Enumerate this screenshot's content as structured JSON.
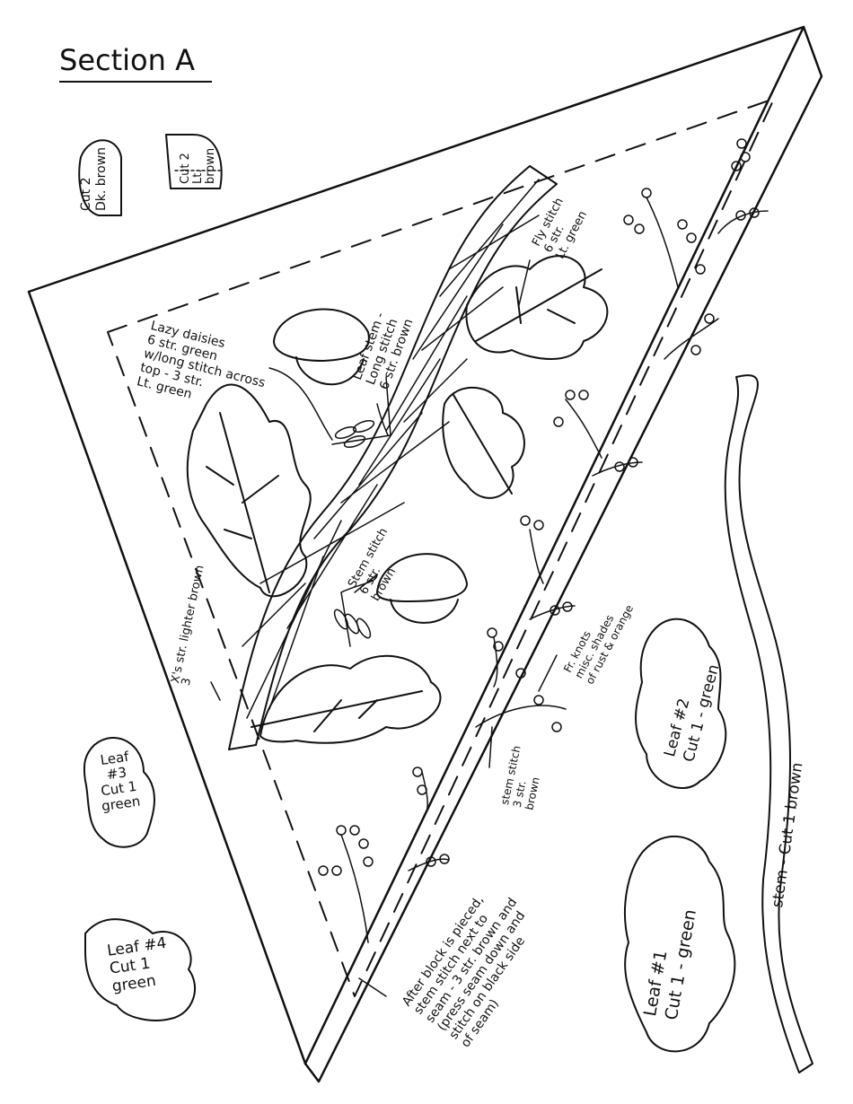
{
  "title": "Section A",
  "colors": {
    "ink": "#111111",
    "paper": "#ffffff"
  },
  "pieces": [
    {
      "name": "acorn-cap-dark",
      "label": "Cut 2\nDk. brown"
    },
    {
      "name": "acorn-cap-light",
      "label": "Cut 2\nLt.\nbrown"
    },
    {
      "name": "leaf-1",
      "label": "Leaf #1\nCut 1 - green"
    },
    {
      "name": "leaf-2",
      "label": "Leaf #2\nCut 1 - green"
    },
    {
      "name": "leaf-3",
      "label": "Leaf\n#3\nCut 1\ngreen"
    },
    {
      "name": "leaf-4",
      "label": "Leaf #4\nCut 1\ngreen"
    },
    {
      "name": "stem",
      "label": "stem - Cut 1 brown"
    }
  ],
  "notes": {
    "lazy_daisies": "Lazy daisies\n6 str. green\nw/long stitch across\ntop - 3 str.\nLt. green",
    "leaf_stem": "Leaf stem -\nLong stitch\n6 str. brown",
    "fly_stitch": "Fly stitch\n6 str.\nLt. green",
    "xs": "X's str. lighter brown\n3",
    "stem_stitch_6": "Stem stitch\n6 str.\nbrown",
    "french_knots": "Fr. knots\nmisc. shades\nof rust & orange",
    "stem_stitch_3": "stem stitch\n3 str.\nbrown",
    "after_block": "After block is pieced,\nstem stitch next to\nseam - 3 str. brown and\n(press seam down and\nstitch on black side\nof seam)"
  }
}
